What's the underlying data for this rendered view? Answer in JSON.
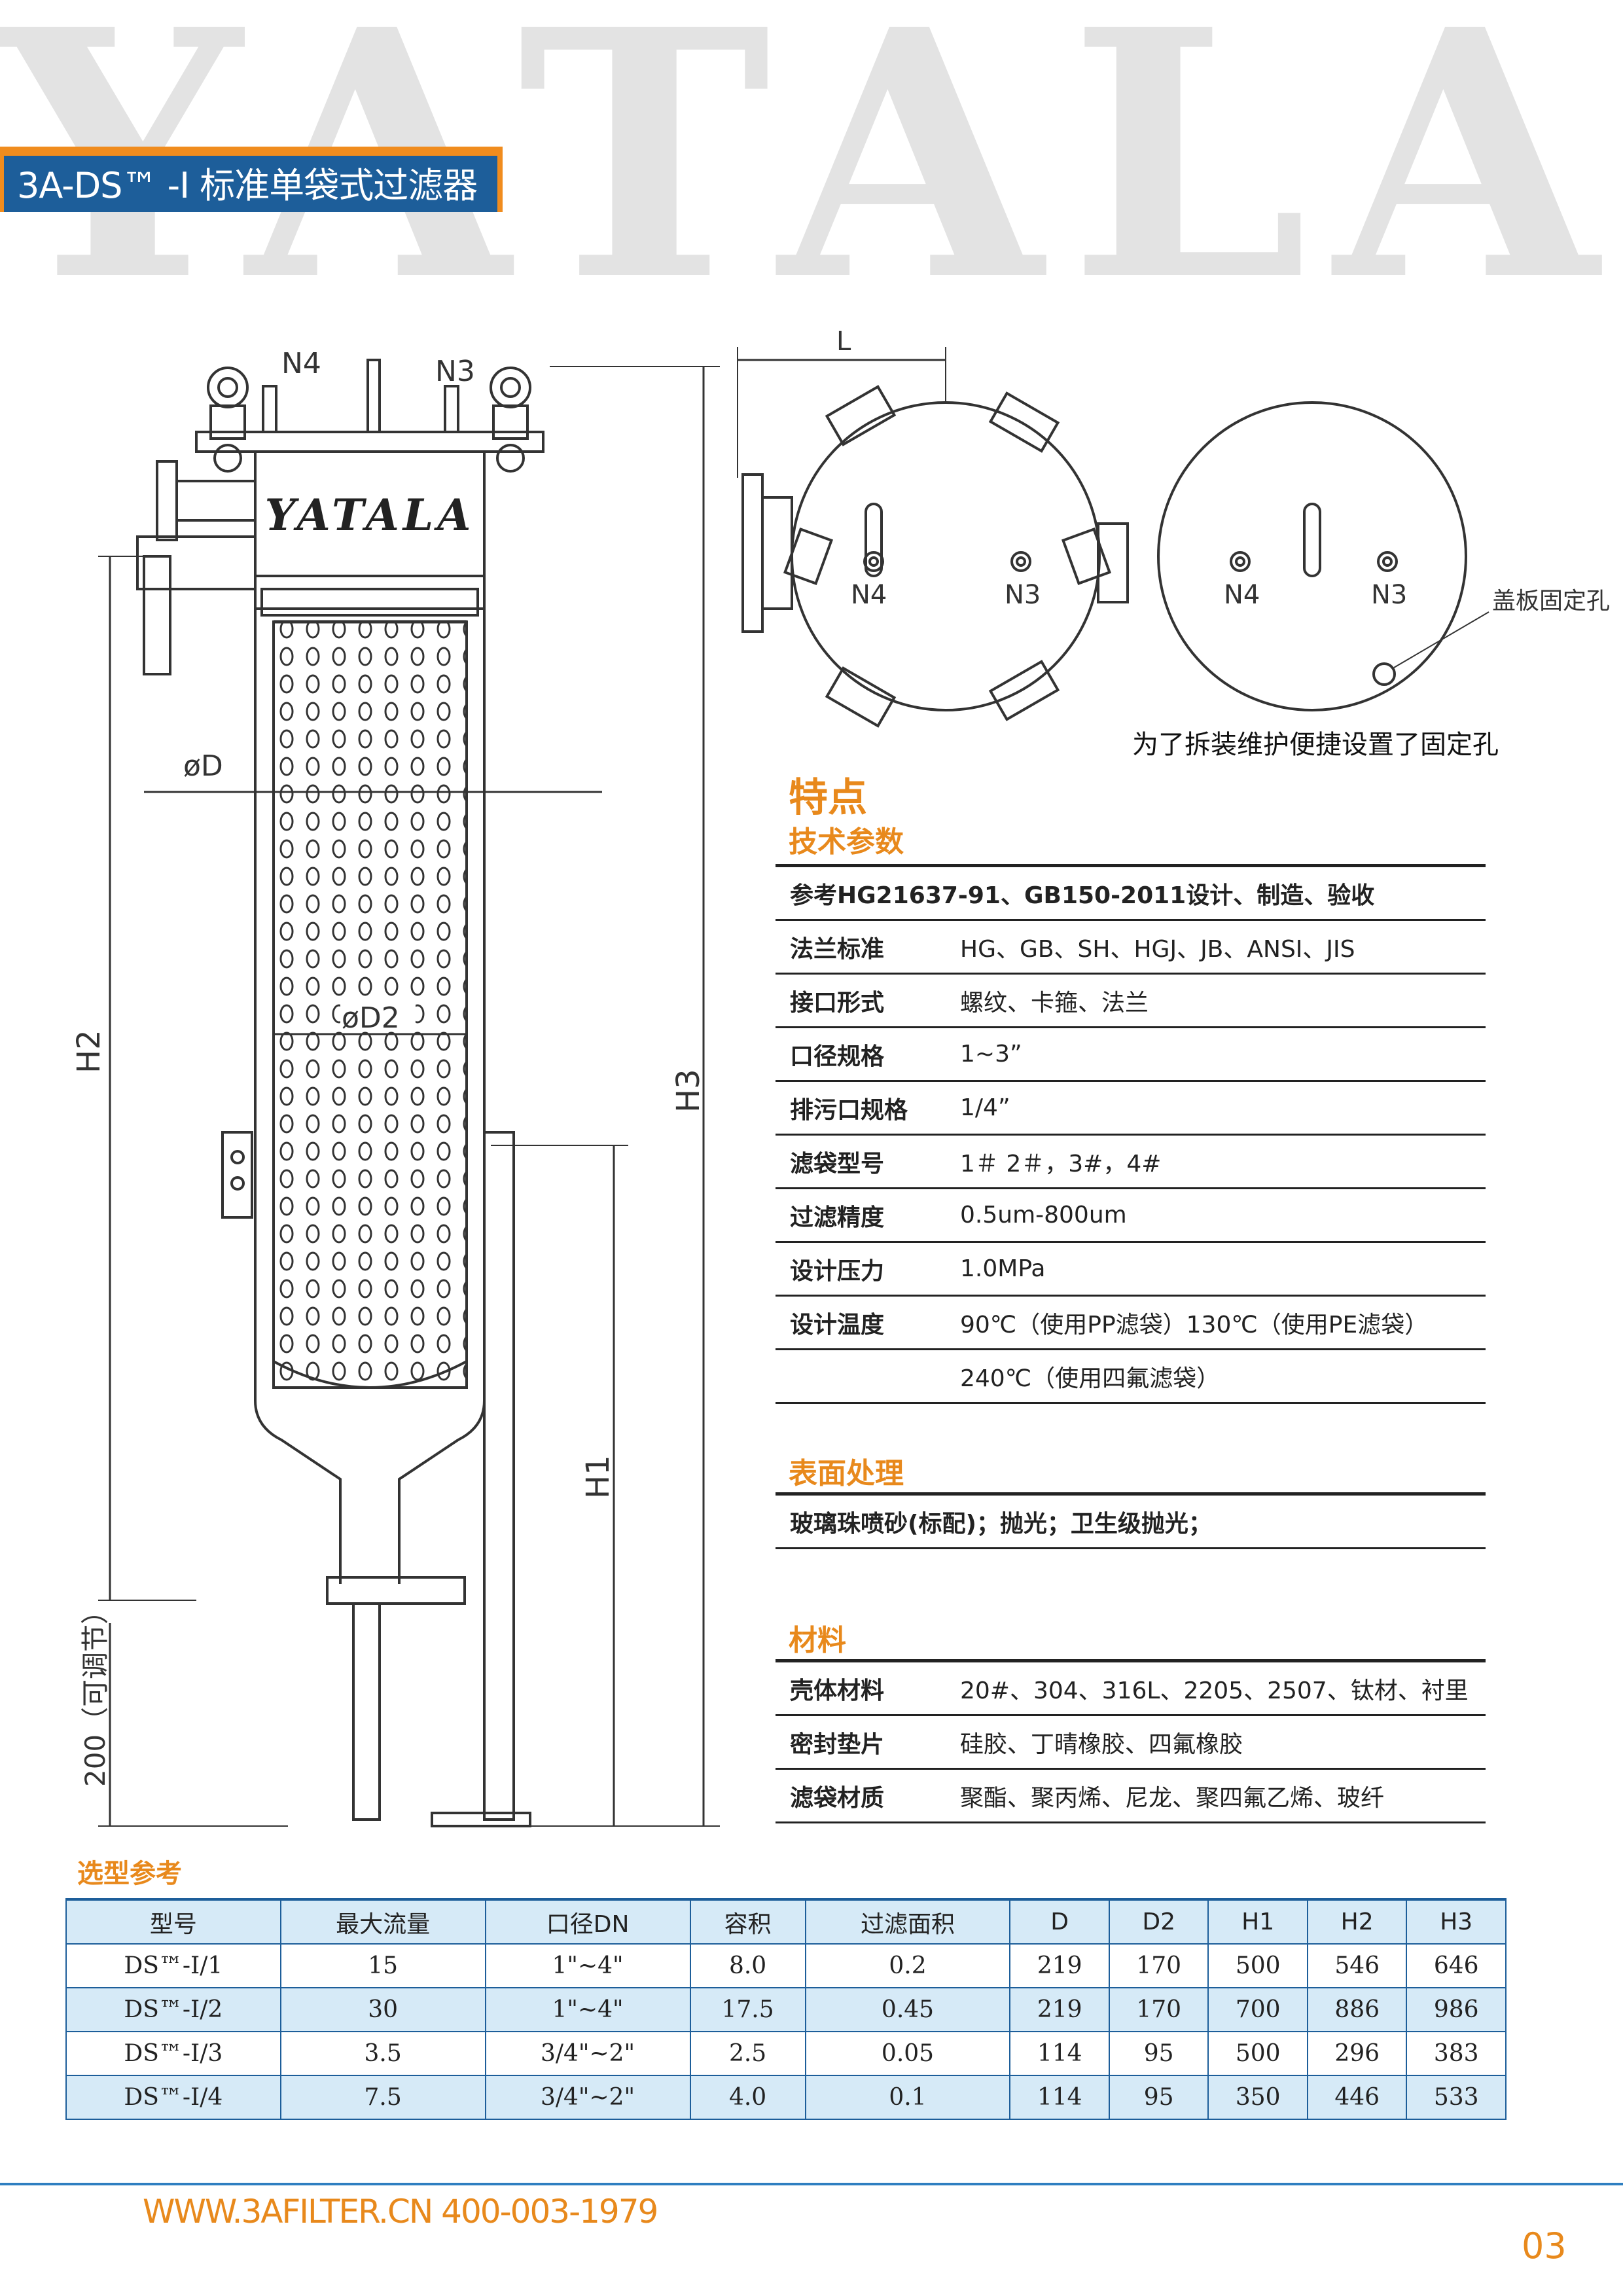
{
  "watermark": {
    "text": "YATALA"
  },
  "header": {
    "title": "3A-DS™ -I  标准单袋式过滤器"
  },
  "drawing": {
    "labels": {
      "n4": "N4",
      "n3": "N3",
      "brand": "YATALA",
      "d": "øD",
      "d2": "øD2",
      "h1": "H1",
      "h2": "H2",
      "h3": "H3",
      "leg": "200（可调节）",
      "l": "L",
      "cover_n4": "N4",
      "cover_n3": "N3",
      "cover2_n4": "N4",
      "cover2_n3": "N3",
      "fixing_hole": "盖板固定孔"
    },
    "fixing_caption": "为了拆装维护便捷设置了固定孔"
  },
  "features": {
    "heading": "特点",
    "tech_heading": "技术参数",
    "reference": "参考HG21637-91、GB150-2011设计、制造、验收",
    "rows": [
      {
        "label": "法兰标准",
        "value": "HG、GB、SH、HGJ、JB、ANSI、JIS"
      },
      {
        "label": "接口形式",
        "value": "螺纹、卡箍、法兰"
      },
      {
        "label": "口径规格",
        "value": "1~3”"
      },
      {
        "label": "排污口规格",
        "value": "1/4”"
      },
      {
        "label": "滤袋型号",
        "value": "1＃ 2＃，3#，4#"
      },
      {
        "label": "过滤精度",
        "value": "0.5um-800um"
      },
      {
        "label": "设计压力",
        "value": "1.0MPa"
      },
      {
        "label": "设计温度",
        "value": "90℃（使用PP滤袋）130℃（使用PE滤袋）"
      }
    ],
    "temp_extra": "240℃（使用四氟滤袋）"
  },
  "surface": {
    "heading": "表面处理",
    "value": "玻璃珠喷砂(标配)；抛光；卫生级抛光；"
  },
  "materials": {
    "heading": "材料",
    "rows": [
      {
        "label": "壳体材料",
        "value": "20#、304、316L、2205、2507、钛材、衬里"
      },
      {
        "label": "密封垫片",
        "value": "硅胶、丁晴橡胶、四氟橡胶"
      },
      {
        "label": "滤袋材质",
        "value": "聚酯、聚丙烯、尼龙、聚四氟乙烯、玻纤"
      }
    ]
  },
  "selection": {
    "heading": "选型参考",
    "columns": [
      "型号",
      "最大流量",
      "口径DN",
      "容积",
      "过滤面积",
      "D",
      "D2",
      "H1",
      "H2",
      "H3"
    ],
    "rows": [
      [
        "DS™-I/1",
        "15",
        "1\"~4\"",
        "8.0",
        "0.2",
        "219",
        "170",
        "500",
        "546",
        "646"
      ],
      [
        "DS™-I/2",
        "30",
        "1\"~4\"",
        "17.5",
        "0.45",
        "219",
        "170",
        "700",
        "886",
        "986"
      ],
      [
        "DS™-I/3",
        "3.5",
        "3/4\"~2\"",
        "2.5",
        "0.05",
        "114",
        "95",
        "500",
        "296",
        "383"
      ],
      [
        "DS™-I/4",
        "7.5",
        "3/4\"~2\"",
        "4.0",
        "0.1",
        "114",
        "95",
        "350",
        "446",
        "533"
      ]
    ]
  },
  "footer": {
    "contact": "WWW.3AFILTER.CN    400-003-1979",
    "page": "03"
  },
  "colors": {
    "brand_blue": "#1d5e9a",
    "accent_orange": "#e8891c",
    "table_fill": "#d6eaf7"
  }
}
